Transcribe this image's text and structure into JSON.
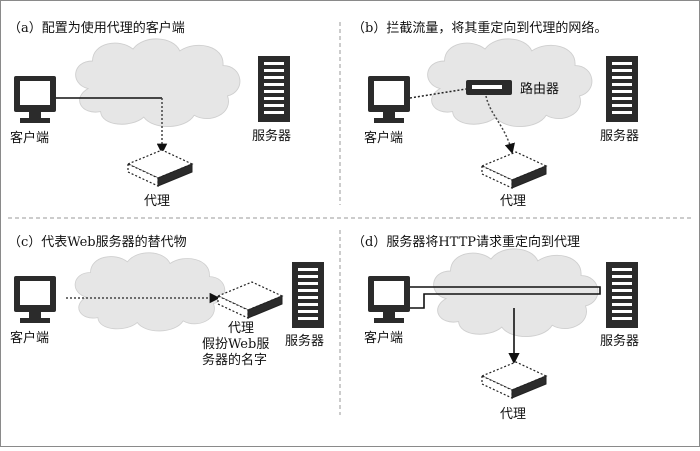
{
  "panels": {
    "a": {
      "caption": "（a）配置为使用代理的客户端",
      "client": "客户端",
      "server": "服务器",
      "proxy": "代理"
    },
    "b": {
      "caption": "（b）拦截流量，将其重定向到代理的网络。",
      "client": "客户端",
      "server": "服务器",
      "proxy": "代理",
      "router": "路由器"
    },
    "c": {
      "caption": "（c）代表Web服务器的替代物",
      "client": "客户端",
      "server": "服务器",
      "proxy": "代理",
      "proxy_note": [
        "假扮Web服",
        "务器的名字"
      ]
    },
    "d": {
      "caption": "（d）服务器将HTTP请求重定向到代理",
      "client": "客户端",
      "server": "服务器",
      "proxy": "代理"
    }
  },
  "colors": {
    "cloud": "#e6e6e6",
    "cloud_edge": "#cfcfcf",
    "device": "#2b2b2b",
    "divider": "#9a9a9a",
    "frame": "#8a8a8a"
  }
}
